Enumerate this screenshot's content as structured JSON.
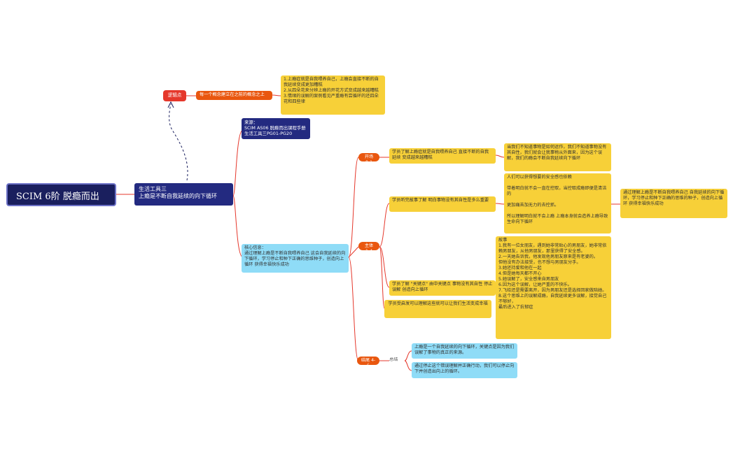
{
  "root": "SCIM 6阶 脱瘾而出",
  "main_topic": "生活工具三\n上瘾是不断自我延续的向下循环",
  "logic": {
    "label": "逻辑点",
    "statement": "每一个概念建立在之前的概念之上",
    "detail": "1.上瘾症就是自我喂养自己，上瘾会直接不断的自我延续变成更加糟糕\n2.从四朵花来分辨上瘾的开花方式变成越来越糟糕\n3.情绪的误解的案例看见严重瘾有尝循环的还四朵花和四些律"
  },
  "source": "来源：\nSCIM AS06 脱瘾而出课程手册\n生活工具三PG01-PG20",
  "core_info": "核心信息：\n通过理解上瘾是不断自我喂养自己 这会自我延续的向下循环，学习停止和种下正确的思维种子，创造向上循环 获得幸福快乐成功",
  "stages": {
    "opening": {
      "tag": "开场 0-1",
      "point": "学员了解上瘾症就是自我喂养自己 直接不断的自我延续 变成越来越糟糕",
      "detail": "当我们不知道事物是如何运作，我们不知道事物没有其自性，我们就会让我事物从外面来，因为这个误解，我们的瘾会不断自我延续向下循环"
    },
    "body": {
      "tag": "主体 1-4",
      "point1": "学员听完故事了解 明白事物没有其自性是多么重要",
      "detail1": "人们可以获得想要的安全感也依赖\n\n带着明白就不会一直在控取，当控取成瘾即便是清洁的\n\n更加痛苦加无力的去控抓。\n\n所以理解明白就不会上瘾 上瘾本身就会造养上瘾导致生命向下循环",
      "conclusion": "通过理解上瘾是不断自我喂养自己 自我延续的向下循环，学习停止和种下正确的思维的种子，创造向上循环 获得幸福快乐成功",
      "point2": "学员了解 \"关键点\" 由中关键点 事物没有其自性 停止误解 创造向上循环",
      "story": "故事\n1.我有一位女朋友，遇到她非常贴心的男朋友，她非常依赖男朋友，从他男朋友，那里获得了安全感。\n2.一天她告诉我，他发现他男朋友原来是有老婆的。\n但他没有办法接受，也不想与男朋友分手。\n3.她还持爱和他在一起\n4.但是她每天都不开心\n5.她误解了，安全感来自男朋友\n6.因为这个误解，让她严重的不快乐。\n7.飞给还是需要离开，因为男朋友还是选择回家做陪她。\n8.这个思维上的误解成瘾，自我延续更多误解，接觉自己不够好，\n最后进入了抗郁症",
      "point3": "学员受启发可以理解这些就可以让我们生活变成幸福"
    },
    "ending": {
      "tag": "结尾 4-5",
      "label": "总结",
      "summary1": "上瘾是一个自我延续的向下循环，关键点是因为我们误解了事物的真正的来源。",
      "summary2": "通过停止这个错误理解并正确行动，我们可以停止向下并创造出向上的循环。"
    }
  },
  "colors": {
    "root": "#1a1f5e",
    "navy": "#232a80",
    "yellow": "#f7d038",
    "blue": "#8fdcf7",
    "red": "#e5372b",
    "orange": "#e9570f",
    "connector": "#e5372b"
  }
}
